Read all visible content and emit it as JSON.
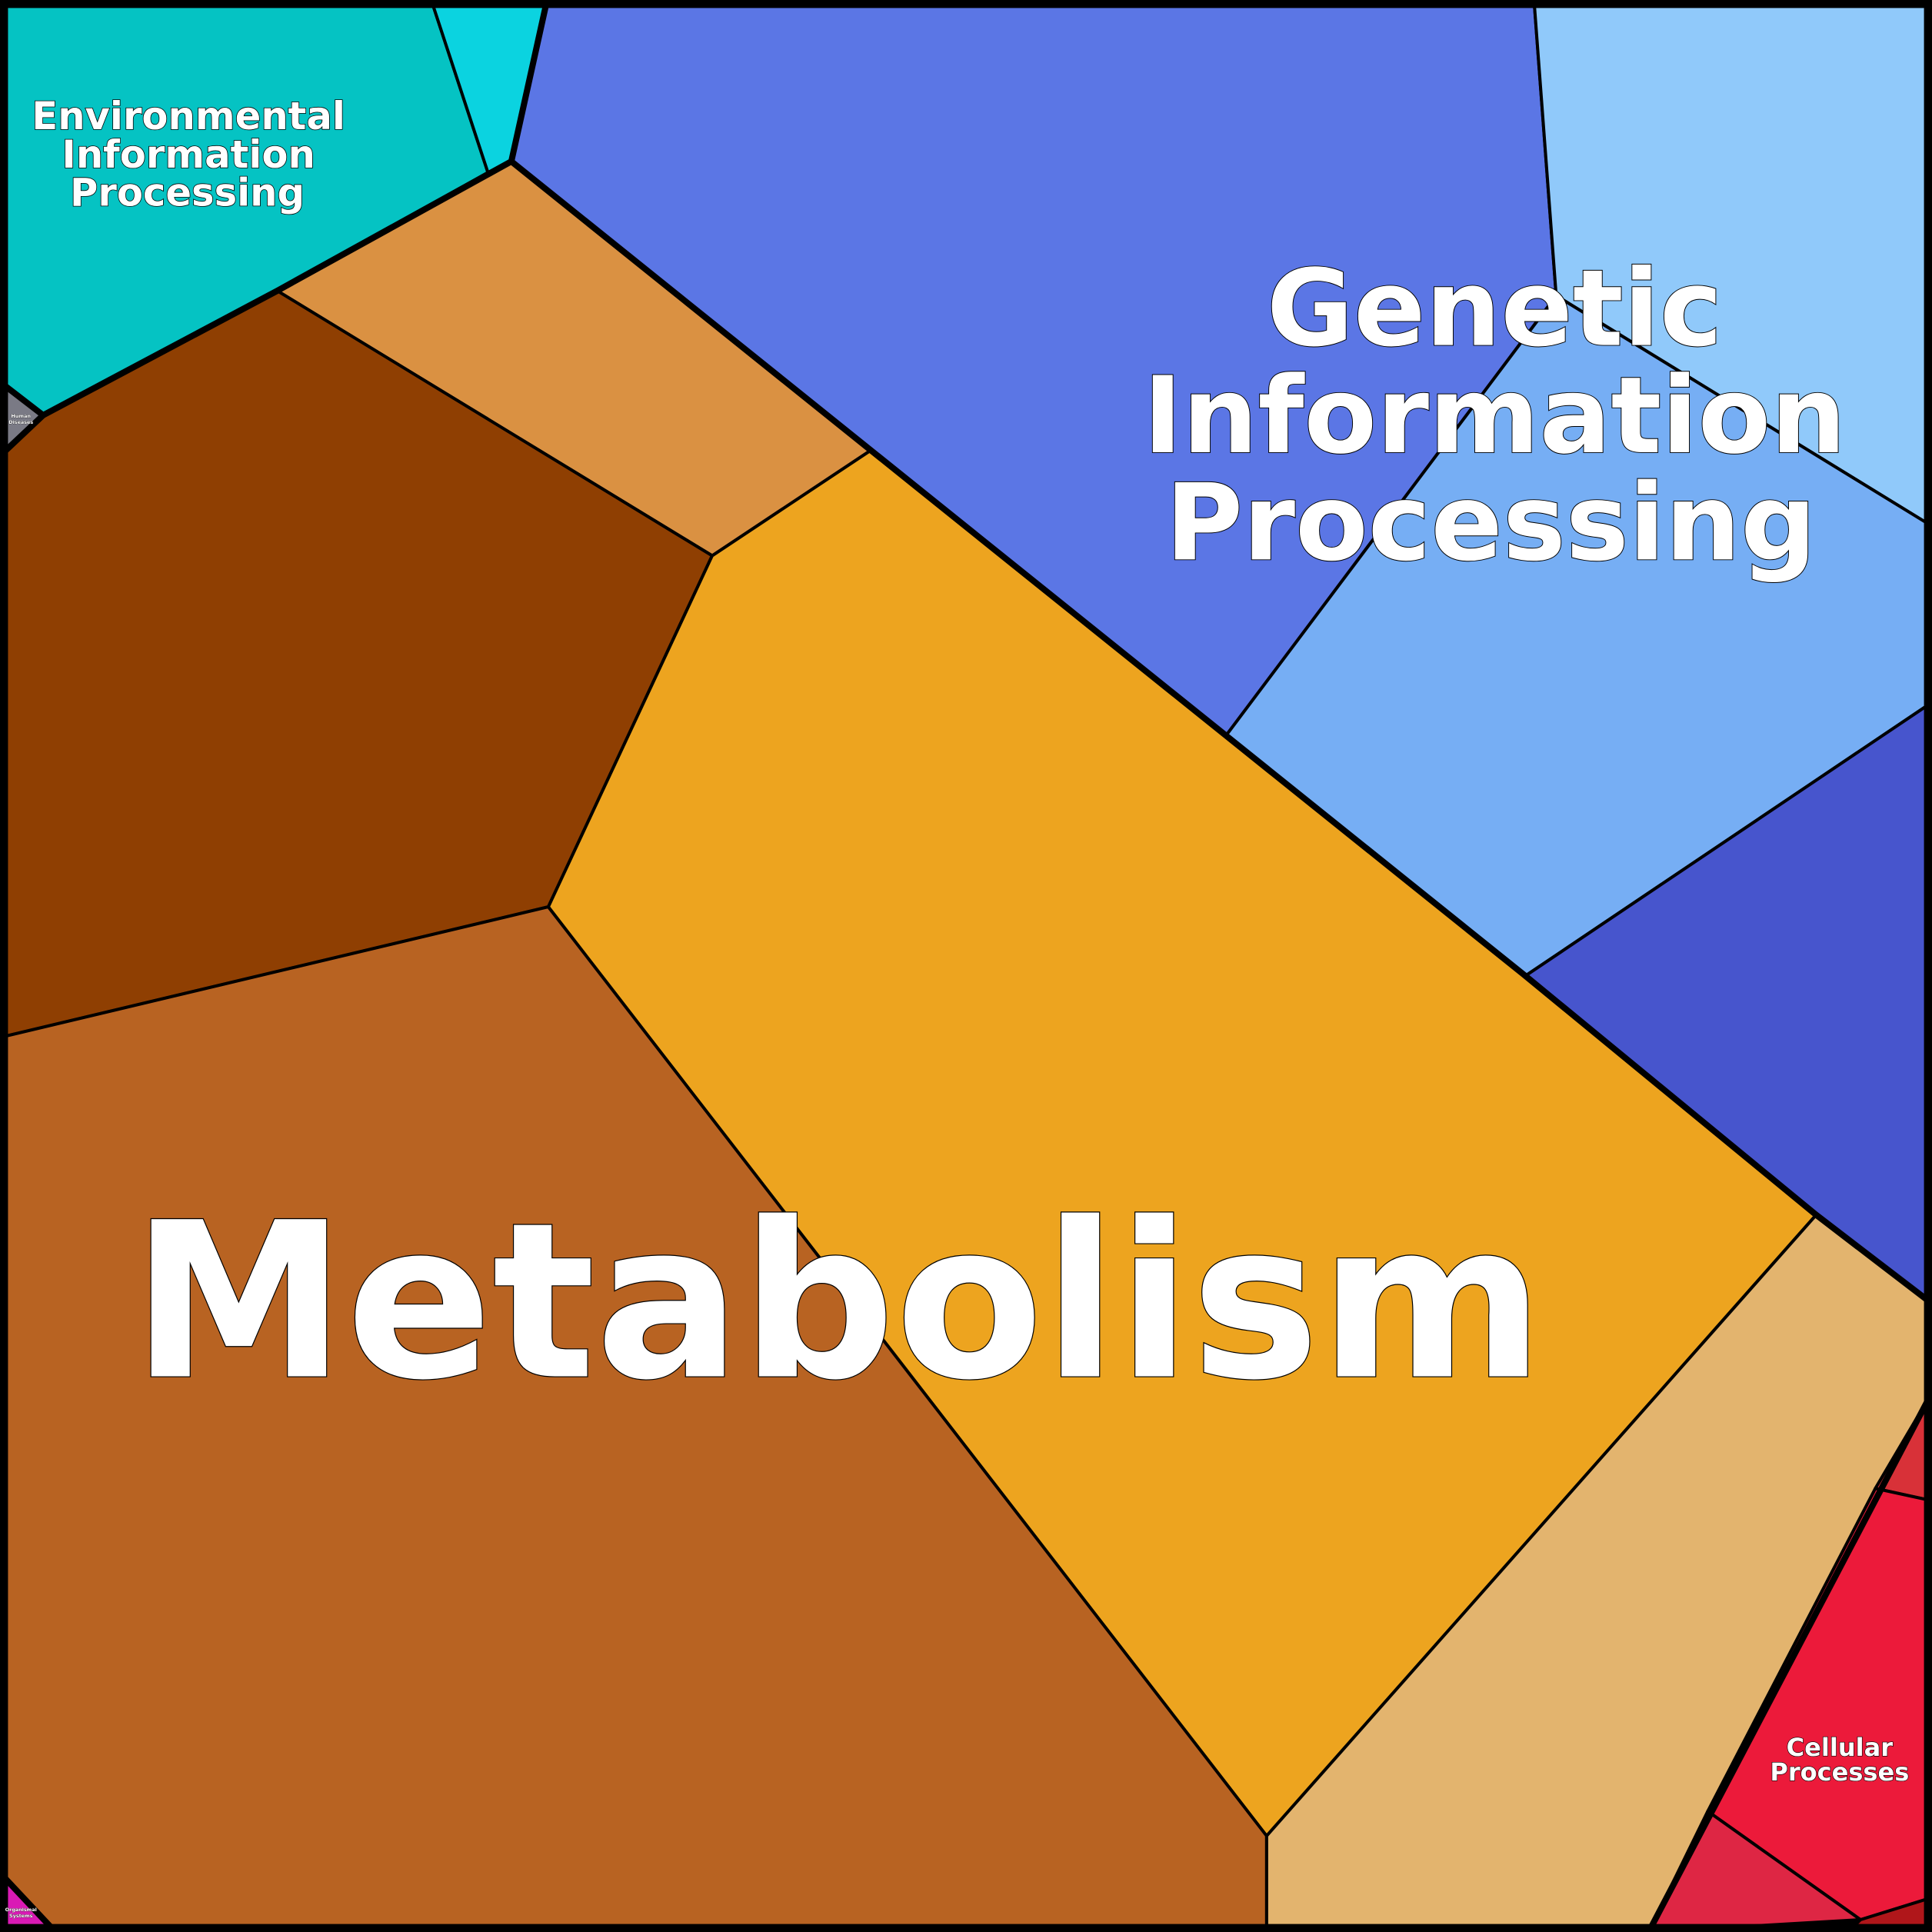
{
  "title": "Voronoi treemap of functional categories",
  "groups": {
    "metabolism": {
      "label": "Metabolism"
    },
    "genetic": {
      "lines": [
        "Genetic",
        "Information",
        "Processing"
      ]
    },
    "environmental": {
      "lines": [
        "Environmental",
        "Information",
        "Processing"
      ]
    },
    "cellular": {
      "lines": [
        "Cellular",
        "Processes"
      ]
    },
    "human_diseases": {
      "lines": [
        "Human",
        "Diseases"
      ]
    },
    "organismal": {
      "lines": [
        "Organismal",
        "Systems"
      ]
    }
  },
  "colors": {
    "environmental": [
      "#05C3C3",
      "#0BD3E0"
    ],
    "human_diseases": [
      "#7A7A85"
    ],
    "metabolism": [
      "#DA9142",
      "#8F3F02",
      "#EDA41F",
      "#B86322",
      "#E3B46E"
    ],
    "organismal": [
      "#D91AB5"
    ],
    "genetic": [
      "#5B76E5",
      "#90C9FA",
      "#76AEF4",
      "#4755CD"
    ],
    "cellular": [
      "#D83138",
      "#EC1A3A",
      "#DE2644",
      "#B0161A"
    ]
  }
}
